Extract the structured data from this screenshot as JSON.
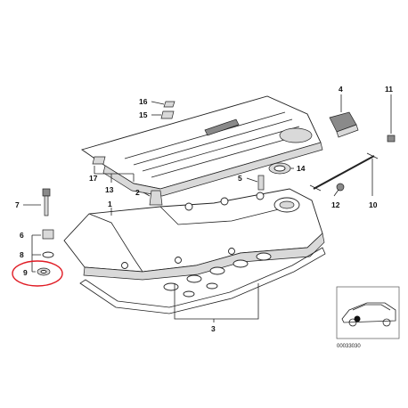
{
  "labels": {
    "p1": "1",
    "p2": "2",
    "p3": "3",
    "p4": "4",
    "p5": "5",
    "p6": "6",
    "p7": "7",
    "p8": "8",
    "p9": "9",
    "p10": "10",
    "p11": "11",
    "p12": "12",
    "p13": "13",
    "p14": "14",
    "p15": "15",
    "p16": "16",
    "p17": "17"
  },
  "diagram_code": "00033030",
  "colors": {
    "highlight": "#e01b24",
    "ink": "#222222"
  }
}
